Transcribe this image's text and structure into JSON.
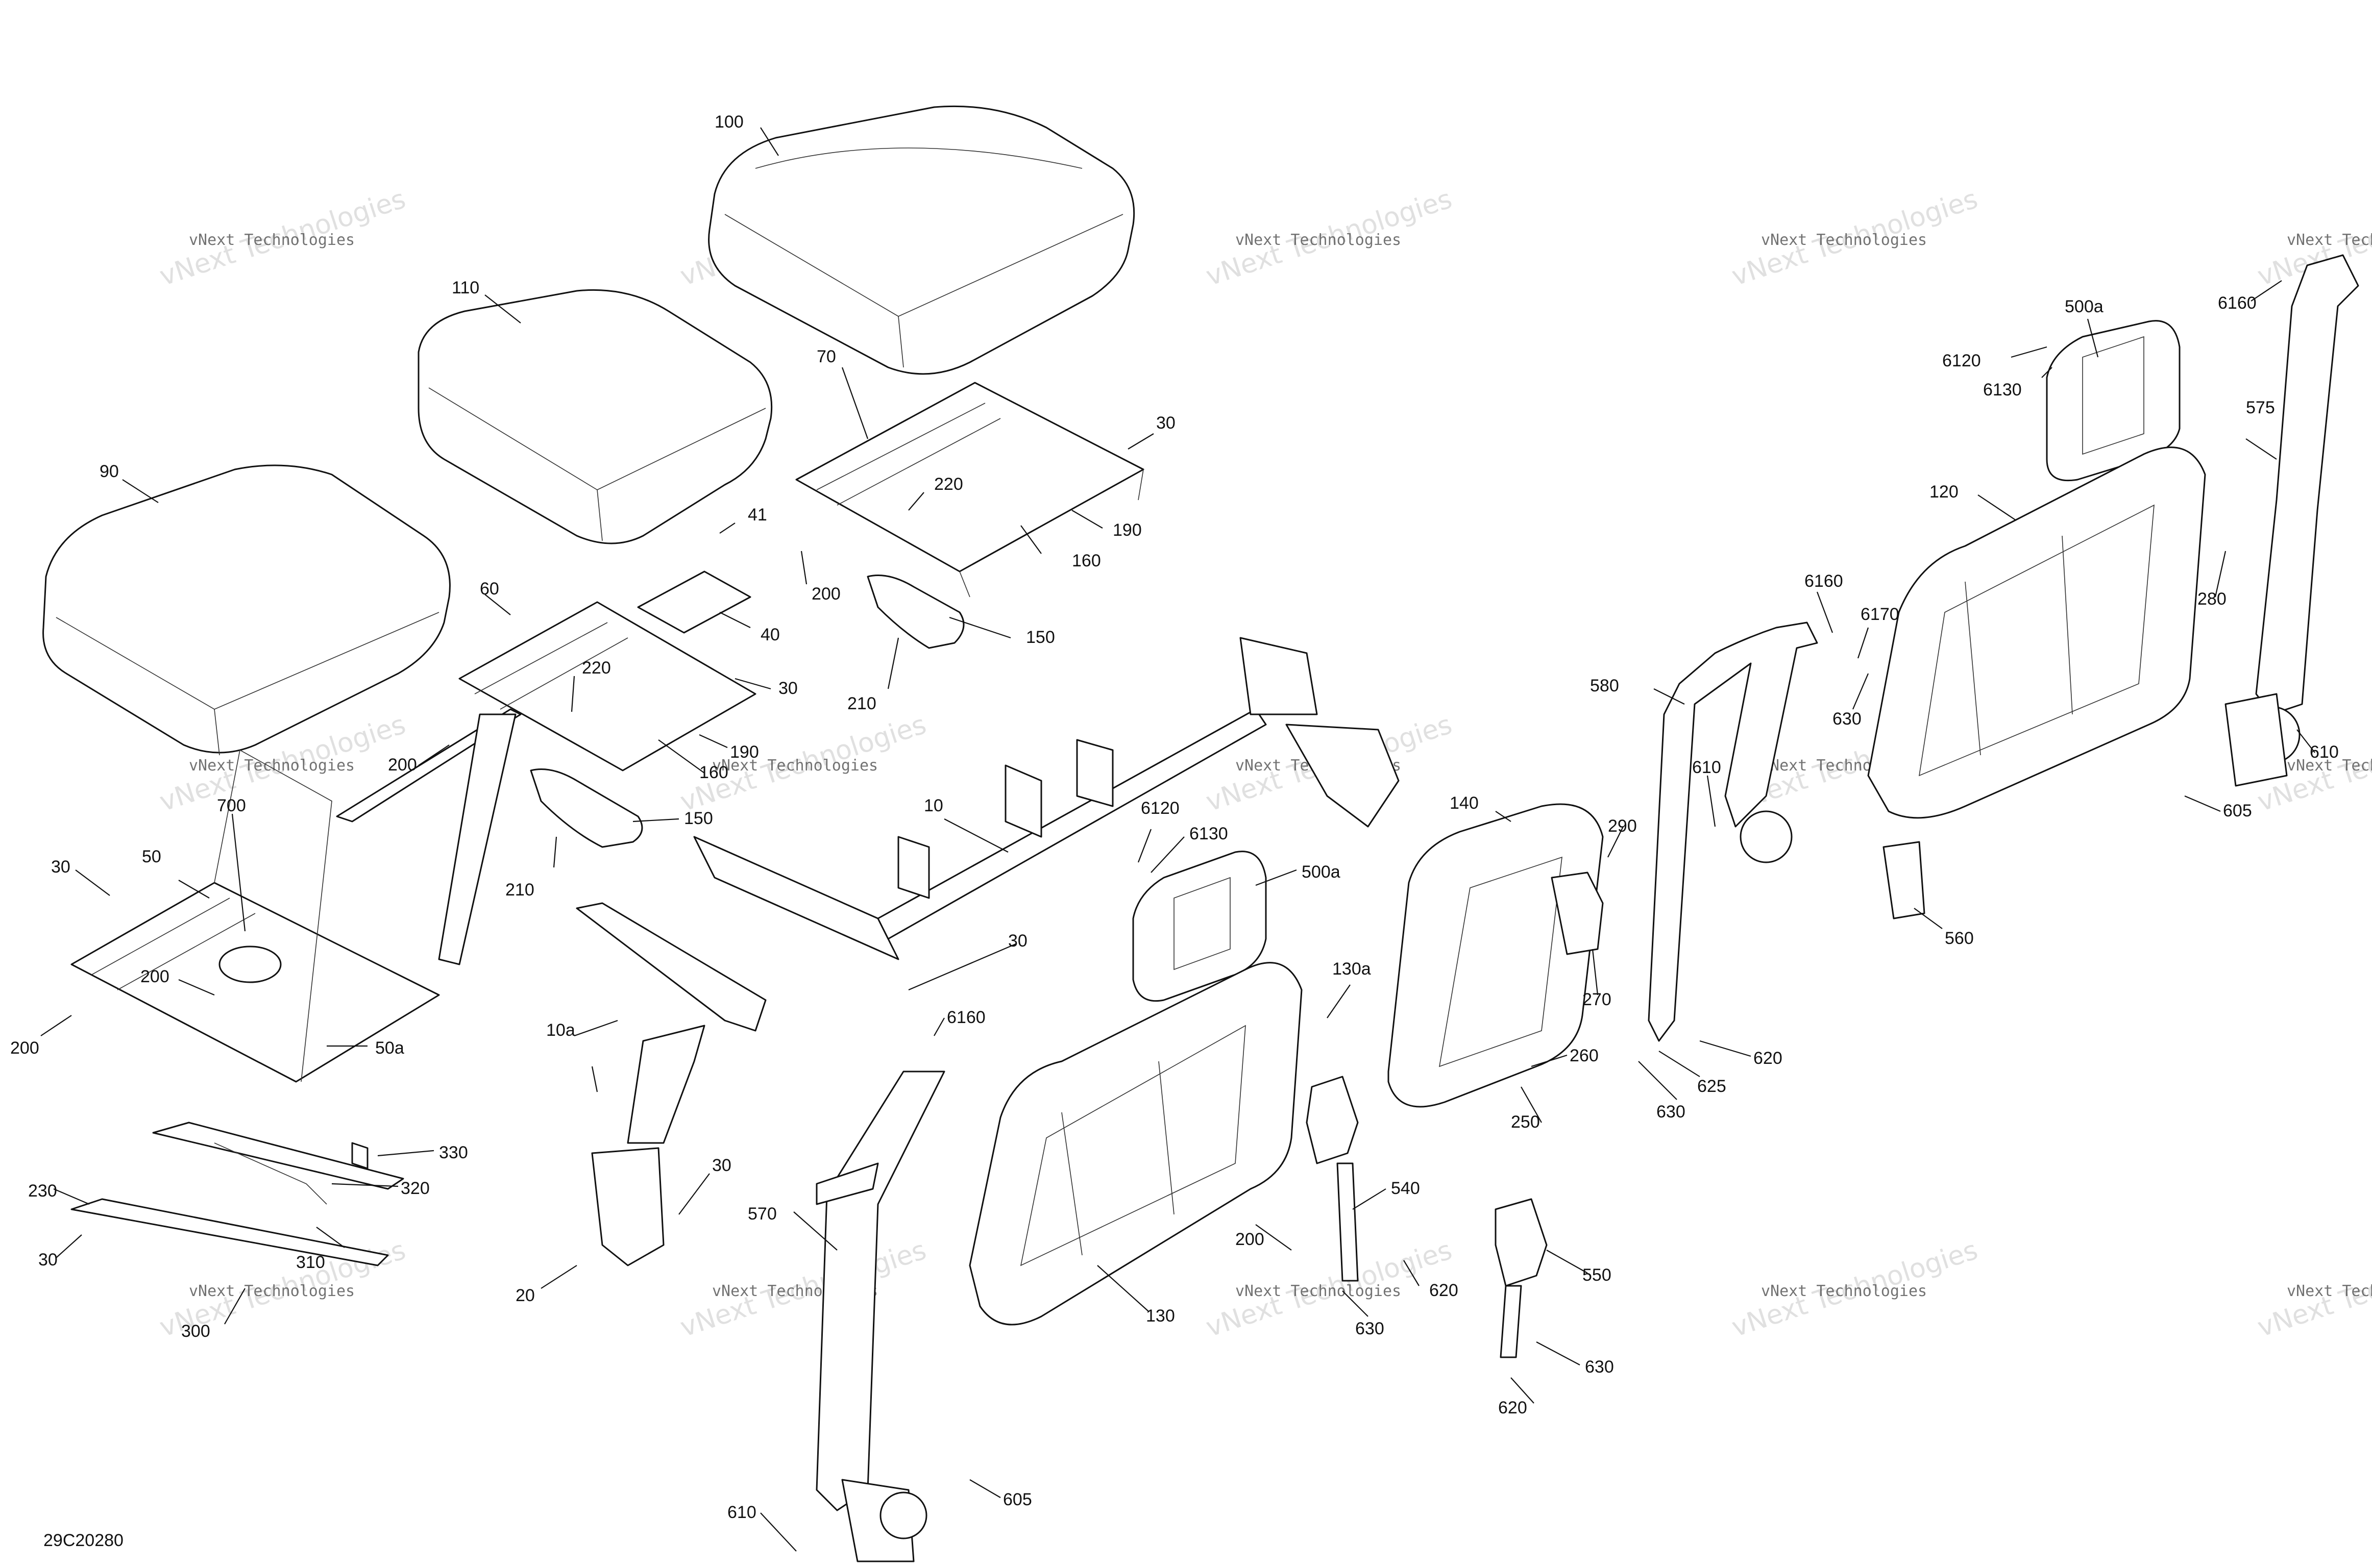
{
  "diagram": {
    "reference": "29C20280",
    "watermark_text": "vNext Technologies",
    "callouts": {
      "c100": "100",
      "c110": "110",
      "c90": "90",
      "c70": "70",
      "c30a": "30",
      "c220a": "220",
      "c41": "41",
      "c190a": "190",
      "c160a": "160",
      "c200a": "200",
      "c40": "40",
      "c150a": "150",
      "c210a": "210",
      "c60": "60",
      "c220b": "220",
      "c30b": "30",
      "c190b": "190",
      "c160b": "160",
      "c200b": "200",
      "c150b": "150",
      "c210b": "210",
      "c700": "700",
      "c30c": "30",
      "c50": "50",
      "c200c": "200",
      "c200d": "200",
      "c50a": "50a",
      "c10": "10",
      "c6120a": "6120",
      "c6130a": "6130",
      "c500a1": "500a",
      "c30d": "30",
      "c130a": "130a",
      "c10a": "10a",
      "c6160a": "6160",
      "c330": "330",
      "c320": "320",
      "c230": "230",
      "c30e": "30",
      "c310": "310",
      "c300": "300",
      "c30f": "30",
      "c20": "20",
      "c570": "570",
      "c130": "130",
      "c200e": "200",
      "c540": "540",
      "c620a": "620",
      "c630a": "630",
      "c550": "550",
      "c630b": "630",
      "c620b": "620",
      "c605a": "605",
      "c610a": "610",
      "c140": "140",
      "c290": "290",
      "c270": "270",
      "c260": "260",
      "c250": "250",
      "c580": "580",
      "c610b": "610",
      "c620c": "620",
      "c625": "625",
      "c630c": "630",
      "c6160b": "6160",
      "c6170": "6170",
      "c630d": "630",
      "c560": "560",
      "c500a2": "500a",
      "c6120b": "6120",
      "c6130b": "6130",
      "c120": "120",
      "c280": "280",
      "c575": "575",
      "c6160c": "6160",
      "c610c": "610",
      "c605b": "605"
    }
  }
}
